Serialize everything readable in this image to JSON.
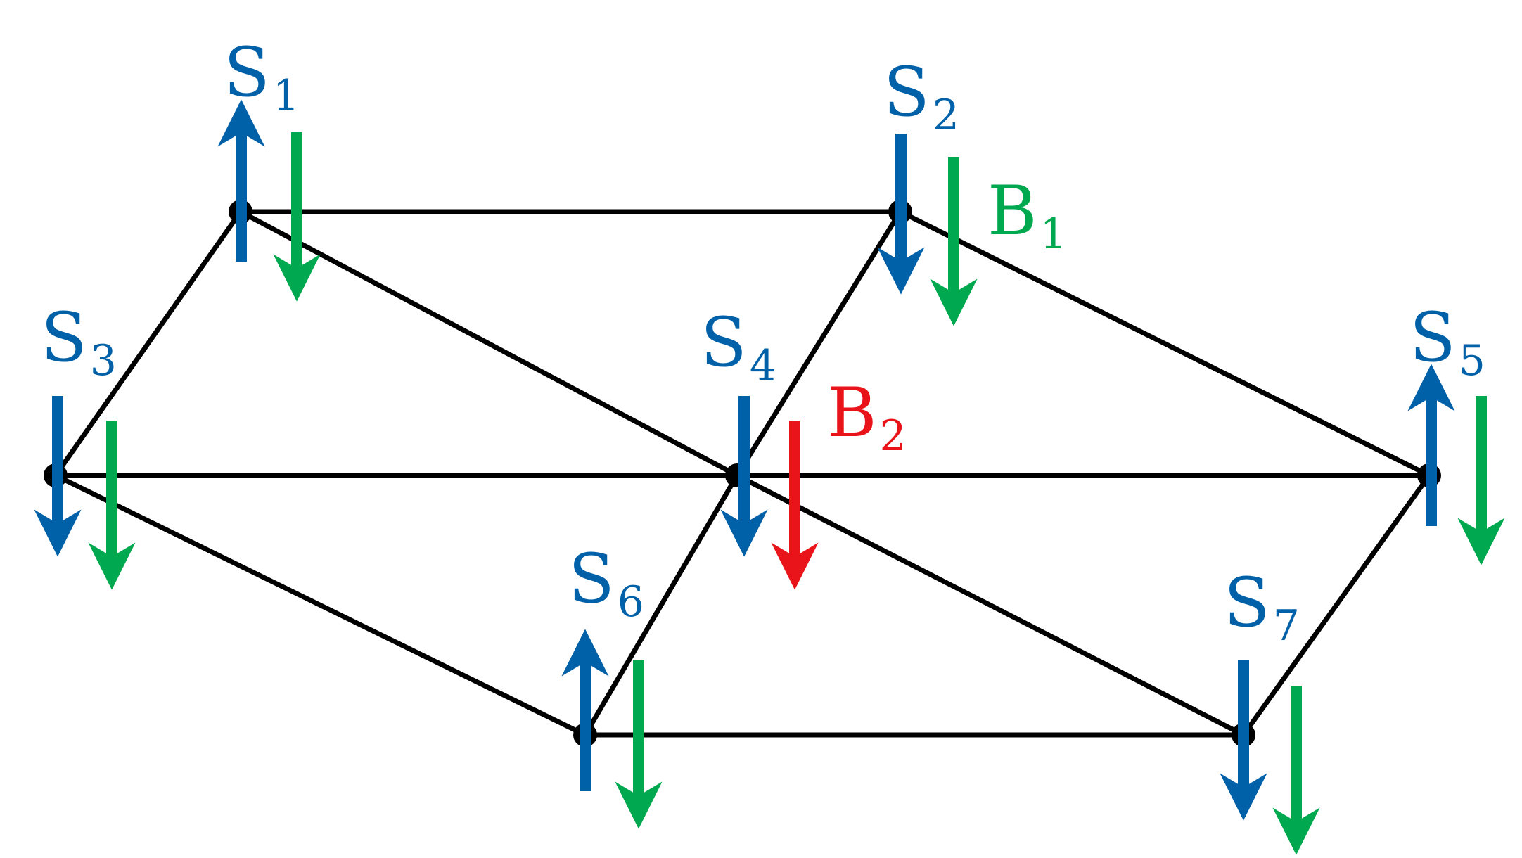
{
  "colors": {
    "spin": "#0060A8",
    "field_b1": "#00A84F",
    "field_b2": "#E8141A",
    "edge": "#000000"
  },
  "sites": [
    {
      "id": "s1",
      "letter": "S",
      "index": "1",
      "spin": "up"
    },
    {
      "id": "s2",
      "letter": "S",
      "index": "2",
      "spin": "down"
    },
    {
      "id": "s3",
      "letter": "S",
      "index": "3",
      "spin": "down"
    },
    {
      "id": "s4",
      "letter": "S",
      "index": "4",
      "spin": "down"
    },
    {
      "id": "s5",
      "letter": "S",
      "index": "5",
      "spin": "up"
    },
    {
      "id": "s6",
      "letter": "S",
      "index": "6",
      "spin": "up"
    },
    {
      "id": "s7",
      "letter": "S",
      "index": "7",
      "spin": "down"
    }
  ],
  "fields": [
    {
      "id": "b1",
      "letter": "B",
      "index": "1",
      "direction": "down"
    },
    {
      "id": "b2",
      "letter": "B",
      "index": "2",
      "direction": "down"
    }
  ]
}
